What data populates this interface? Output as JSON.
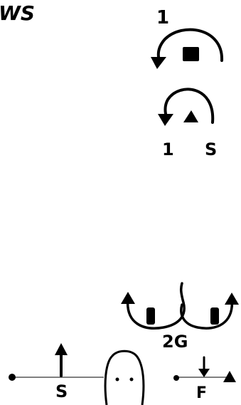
{
  "title": "WS",
  "labels": {
    "top_number": "1",
    "mid_left": "1",
    "mid_right": "S",
    "lower_pair": "2G",
    "bottom_left": "S",
    "bottom_right": "F"
  },
  "colors": {
    "ink": "#000000",
    "line": "#444444"
  }
}
